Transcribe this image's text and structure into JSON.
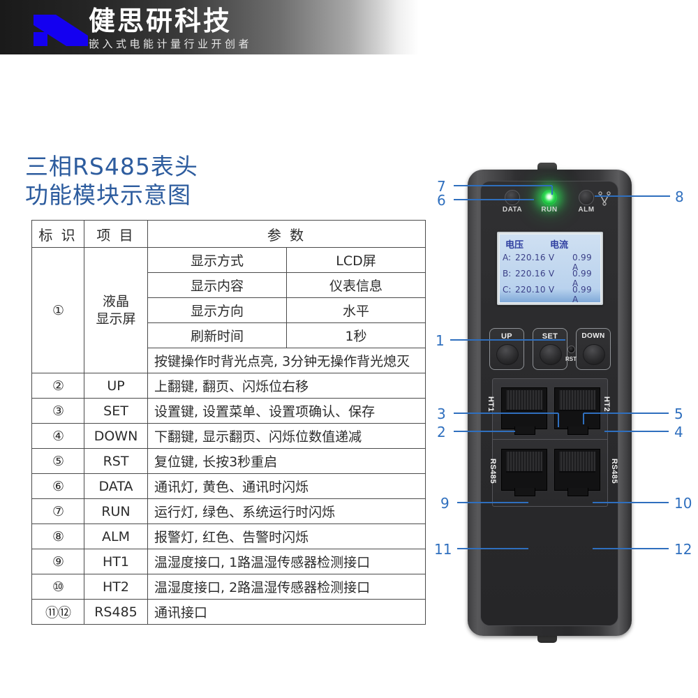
{
  "banner": {
    "brand_name": "健思研科技",
    "slogan": "嵌入式电能计量行业开创者",
    "logo_color": "#1400f0"
  },
  "title": {
    "line1": "三相RS485表头",
    "line2": "功能模块示意图",
    "color": "#2d5c9e"
  },
  "spec_table": {
    "headers": {
      "id": "标 识",
      "item": "项 目",
      "params": "参 数"
    },
    "lcd_group": {
      "id": "①",
      "item_line1": "液晶",
      "item_line2": "显示屏",
      "rows": [
        {
          "name": "显示方式",
          "value": "LCD屏"
        },
        {
          "name": "显示内容",
          "value": "仪表信息"
        },
        {
          "name": "显示方向",
          "value": "水平"
        },
        {
          "name": "刷新时间",
          "value": "1秒"
        }
      ],
      "note": "按键操作时背光点亮, 3分钟无操作背光熄灭"
    },
    "rows": [
      {
        "id": "②",
        "item": "UP",
        "desc": "上翻键, 翻页、闪烁位右移"
      },
      {
        "id": "③",
        "item": "SET",
        "desc": "设置键, 设置菜单、设置项确认、保存"
      },
      {
        "id": "④",
        "item": "DOWN",
        "desc": "下翻键, 显示翻页、闪烁位数值递减"
      },
      {
        "id": "⑤",
        "item": "RST",
        "desc": "复位键, 长按3秒重启"
      },
      {
        "id": "⑥",
        "item": "DATA",
        "desc": "通讯灯, 黄色、通讯时闪烁"
      },
      {
        "id": "⑦",
        "item": "RUN",
        "desc": "运行灯, 绿色、系统运行时闪烁"
      },
      {
        "id": "⑧",
        "item": "ALM",
        "desc": "报警灯, 红色、告警时闪烁"
      },
      {
        "id": "⑨",
        "item": "HT1",
        "desc": "温湿度接口, 1路温湿传感器检测接口"
      },
      {
        "id": "⑩",
        "item": "HT2",
        "desc": "温湿度接口, 2路温湿传感器检测接口"
      },
      {
        "id": "⑪⑫",
        "item": "RS485",
        "desc": "通讯接口"
      }
    ]
  },
  "device": {
    "leds": [
      {
        "name": "DATA",
        "state": "off"
      },
      {
        "name": "RUN",
        "state": "on",
        "color": "#2de155"
      },
      {
        "name": "ALM",
        "state": "off"
      }
    ],
    "lcd": {
      "header_voltage": "电压",
      "header_current": "电流",
      "rows": [
        {
          "phase": "A:",
          "voltage": "220.16 V",
          "current": "0.99 A"
        },
        {
          "phase": "B:",
          "voltage": "220.16 V",
          "current": "0.99 A"
        },
        {
          "phase": "C:",
          "voltage": "220.10 V",
          "current": "0.99 A"
        }
      ]
    },
    "buttons": [
      {
        "label": "UP"
      },
      {
        "label": "SET"
      },
      {
        "label": "DOWN"
      }
    ],
    "reset": {
      "label": "RST"
    },
    "connectors": [
      {
        "label": "HT1"
      },
      {
        "label": "HT2"
      },
      {
        "label": "RS485"
      },
      {
        "label": "RS485"
      }
    ]
  },
  "callouts": {
    "color": "#2f6fbe",
    "items": [
      {
        "num": "7",
        "side": "left"
      },
      {
        "num": "6",
        "side": "left"
      },
      {
        "num": "8",
        "side": "right"
      },
      {
        "num": "1",
        "side": "left"
      },
      {
        "num": "3",
        "side": "left"
      },
      {
        "num": "2",
        "side": "left"
      },
      {
        "num": "5",
        "side": "right"
      },
      {
        "num": "4",
        "side": "right"
      },
      {
        "num": "9",
        "side": "left"
      },
      {
        "num": "10",
        "side": "right"
      },
      {
        "num": "11",
        "side": "left"
      },
      {
        "num": "12",
        "side": "right"
      }
    ]
  }
}
